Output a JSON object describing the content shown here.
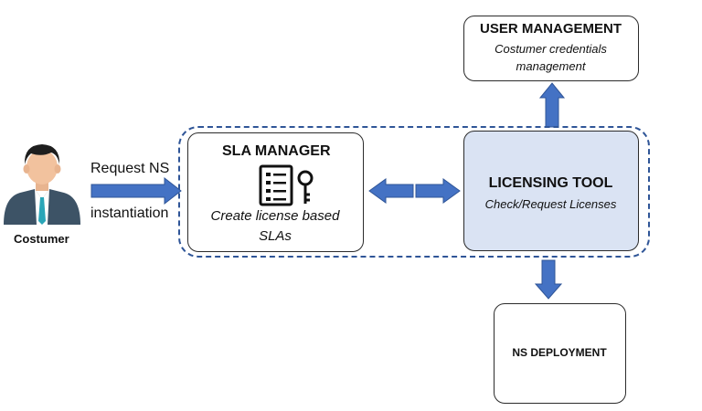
{
  "actor": {
    "label": "Costumer",
    "request_line1": "Request NS",
    "request_line2": "instantiation"
  },
  "sla_manager": {
    "title": "SLA MANAGER",
    "subtitle_line1": "Create license based",
    "subtitle_line2": "SLAs"
  },
  "licensing_tool": {
    "title": "LICENSING TOOL",
    "subtitle": "Check/Request Licenses"
  },
  "user_management": {
    "title": "USER MANAGEMENT",
    "subtitle_line1": "Costumer credentials",
    "subtitle_line2": "management"
  },
  "ns_deployment": {
    "title": "NS DEPLOYMENT"
  },
  "colors": {
    "arrow": "#4472c4",
    "arrow_border": "#2f5597",
    "licensing_fill": "#dae3f3",
    "group_border": "#2f5597"
  }
}
